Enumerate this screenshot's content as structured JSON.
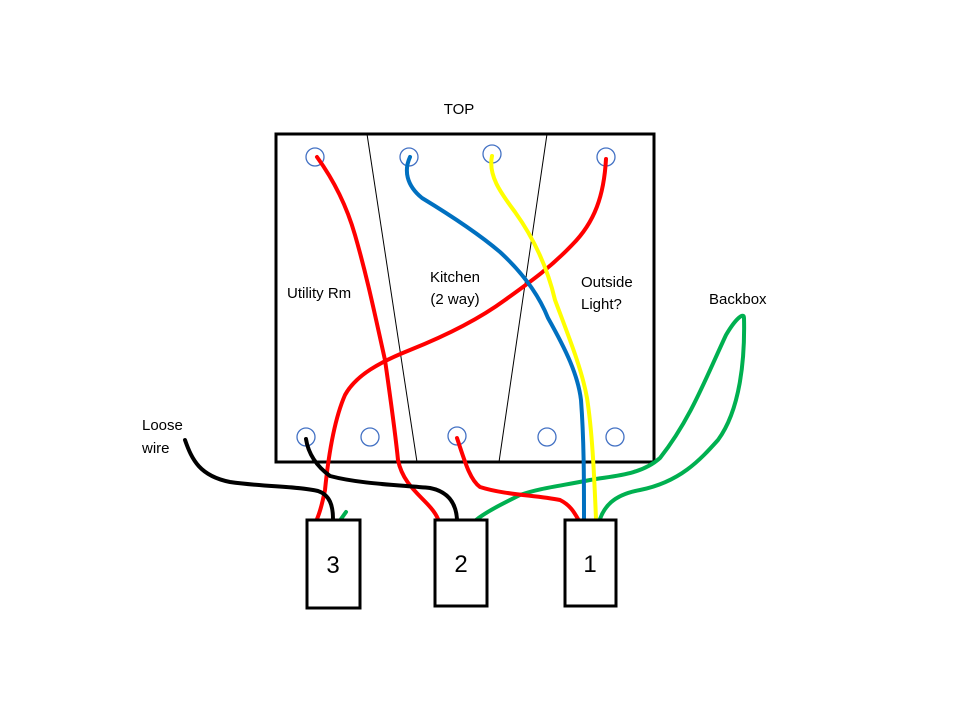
{
  "labels": {
    "top": "TOP",
    "utility": "Utility Rm",
    "kitchen_line1": "Kitchen",
    "kitchen_line2": "(2 way)",
    "outside_line1": "Outside",
    "outside_line2": "Light?",
    "backbox": "Backbox",
    "loose_line1": "Loose",
    "loose_line2": "wire"
  },
  "boxes": [
    {
      "id": "box-3",
      "label": "3"
    },
    {
      "id": "box-2",
      "label": "2"
    },
    {
      "id": "box-1",
      "label": "1"
    }
  ],
  "colors": {
    "red": "#ff0000",
    "blue": "#0070c0",
    "yellow": "#ffff00",
    "green": "#00b050",
    "black": "#000000",
    "terminal": "#4472c4",
    "outline": "#000000"
  }
}
